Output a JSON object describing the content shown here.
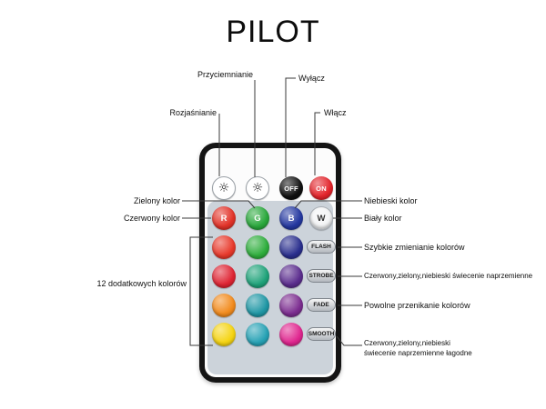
{
  "title": "PILOT",
  "remote": {
    "keys": {
      "bright": {
        "icon": "☼"
      },
      "dim": {
        "icon": "☼"
      },
      "off": {
        "label": "OFF",
        "bg": "#101010"
      },
      "on": {
        "label": "ON",
        "bg": "#e3242b"
      },
      "r": {
        "label": "R",
        "bg": "#e23228"
      },
      "g": {
        "label": "G",
        "bg": "#2aa83c"
      },
      "b": {
        "label": "B",
        "bg": "#2438a0"
      },
      "w": {
        "label": "W",
        "bg": "#f4f5f6"
      }
    },
    "palette": [
      [
        "#e8392b",
        "#2fae3d",
        "#2a2f8e"
      ],
      [
        "#df2433",
        "#1fa37a",
        "#5b2d8e"
      ],
      [
        "#f28b1d",
        "#1f97a5",
        "#7c2d90"
      ],
      [
        "#f5d412",
        "#27a2b5",
        "#e0268f"
      ]
    ],
    "modes": [
      "FLASH",
      "STROBE",
      "FADE",
      "SMOOTH"
    ]
  },
  "annotations": {
    "dim": "Przyciemnianie",
    "off": "Wyłącz",
    "bright": "Rozjaśnianie",
    "on": "Włącz",
    "green": "Zielony kolor",
    "red": "Czerwony kolor",
    "twelve_colors": "12 dodatkowych kolorów",
    "blue": "Niebieski kolor",
    "white": "Biały kolor",
    "flash": "Szybkie zmienianie kolorów",
    "strobe": "Czerwony,zielony,niebieski świecenie naprzemienne",
    "fade": "Powolne przenikanie kolorów",
    "smooth": "Czerwony,zielony,niebieski świecenie naprzemienne łagodne"
  }
}
